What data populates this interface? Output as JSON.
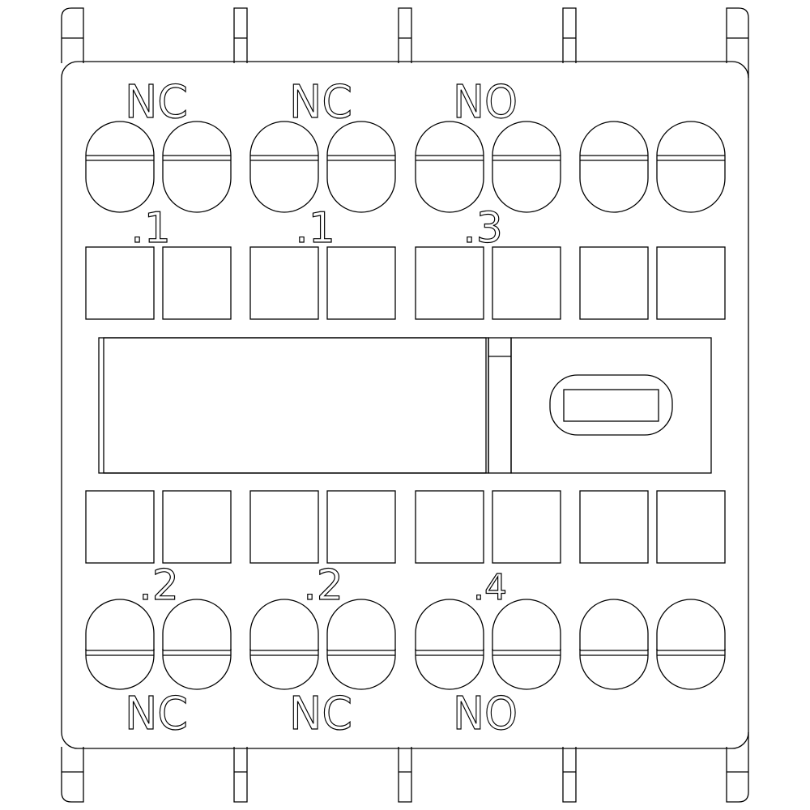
{
  "top_row": {
    "types": [
      "NC",
      "NC",
      "NO"
    ],
    "numbers": [
      ".1",
      ".1",
      ".3"
    ]
  },
  "bottom_row": {
    "types": [
      "NC",
      "NC",
      "NO"
    ],
    "numbers": [
      ".2",
      ".2",
      ".4"
    ]
  },
  "colors": {
    "line": "#000000",
    "background": "#ffffff"
  }
}
